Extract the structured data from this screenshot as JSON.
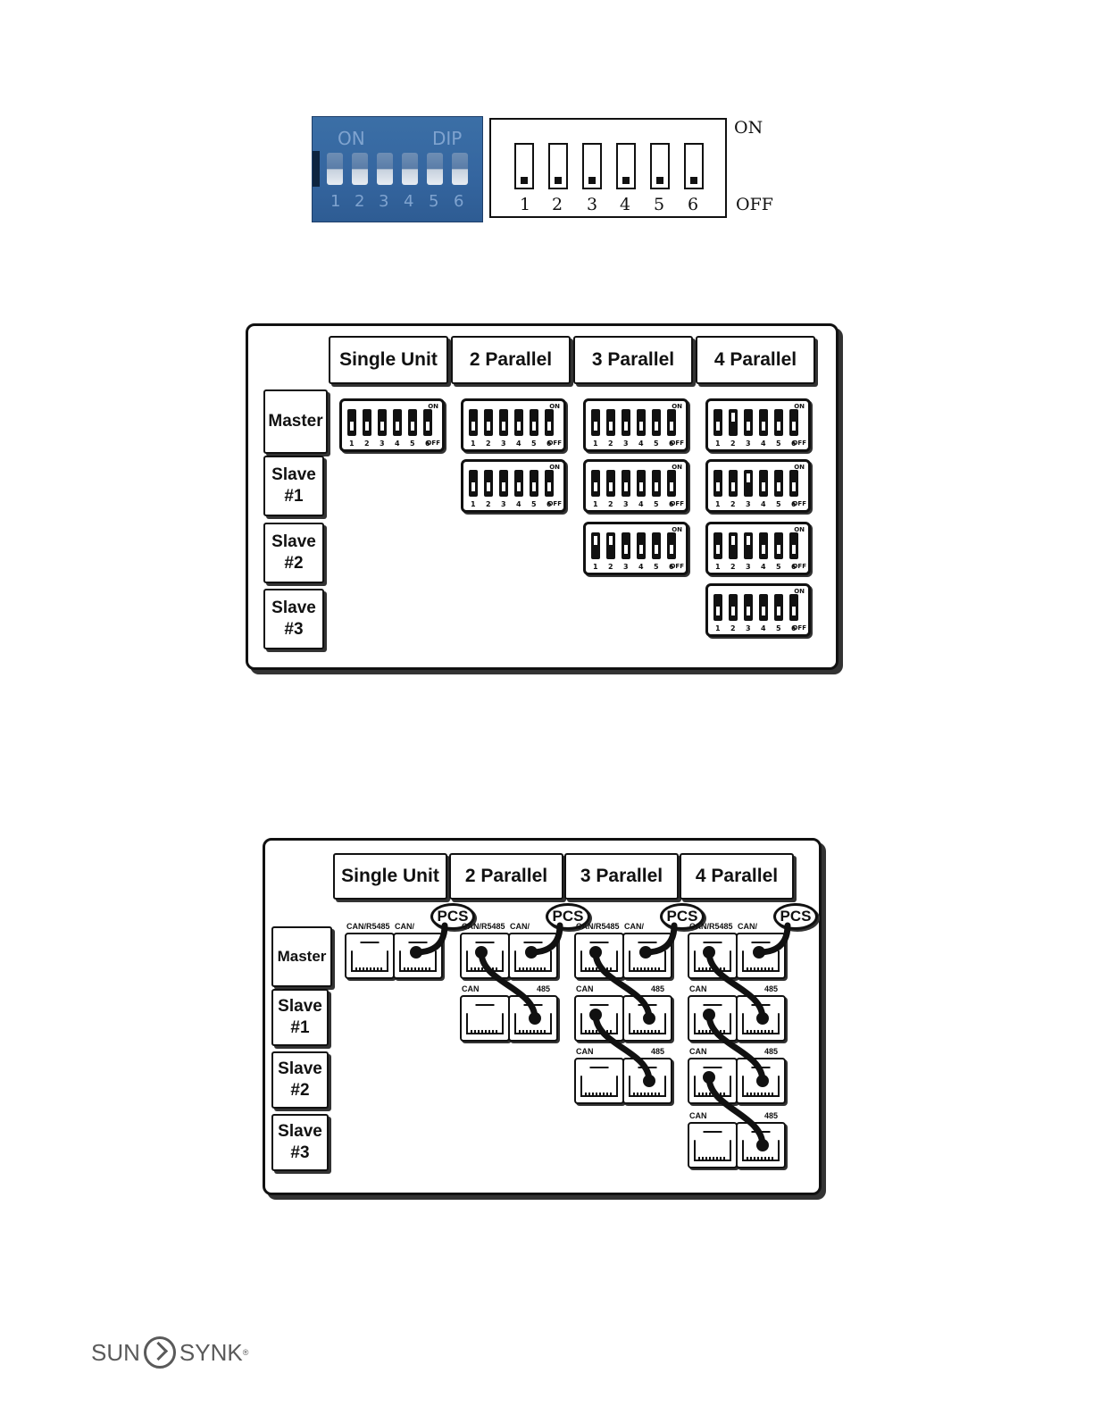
{
  "dip_photo": {
    "on_label": "ON",
    "dip_label": "DIP",
    "numbers": [
      "1",
      "2",
      "3",
      "4",
      "5",
      "6"
    ]
  },
  "dip_schematic": {
    "numbers": [
      "1",
      "2",
      "3",
      "4",
      "5",
      "6"
    ],
    "on_label": "ON",
    "off_label": "OFF"
  },
  "table1": {
    "columns": [
      "Single Unit",
      "2 Parallel",
      "3 Parallel",
      "4 Parallel"
    ],
    "rows": [
      "Master",
      "Slave #1",
      "Slave #2",
      "Slave #3"
    ],
    "switch_on": "ON",
    "switch_off": "OFF",
    "switch_numbers": [
      "1",
      "2",
      "3",
      "4",
      "5",
      "6"
    ]
  },
  "table2": {
    "columns": [
      "Single Unit",
      "2 Parallel",
      "3 Parallel",
      "4 Parallel"
    ],
    "rows": [
      "Master",
      "Slave #1",
      "Slave #2",
      "Slave #3"
    ],
    "pcs_label": "PCS",
    "port_label_left": "CAN/R5485",
    "port_label_right": "CAN/",
    "port_label_lower_left": "CAN",
    "port_label_lower_right": "485"
  },
  "logo": {
    "left": "SUN",
    "right": "SYNK",
    "mark": "®"
  }
}
